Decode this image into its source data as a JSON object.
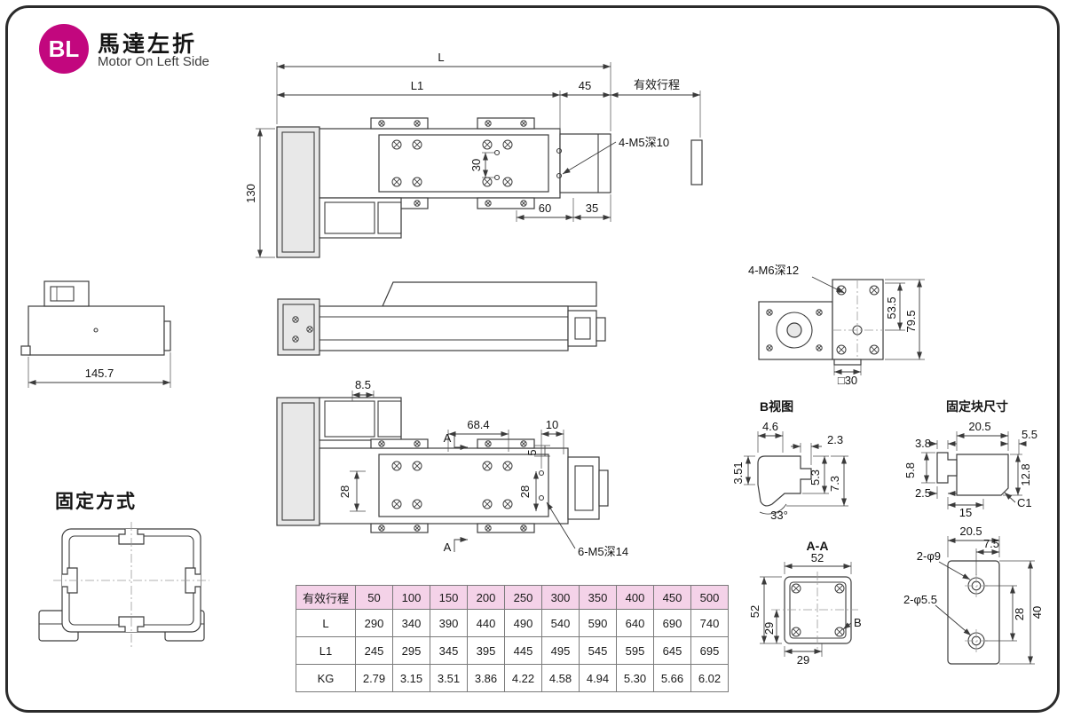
{
  "page": {
    "badge": "BL",
    "title_zh": "馬達左折",
    "title_en": "Motor On Left Side"
  },
  "labels": {
    "top": {
      "L": "L",
      "L1": "L1",
      "n45": "45",
      "stroke": "有效行程",
      "m5": "4-M5深10",
      "n130": "130",
      "n30": "30",
      "n60": "60",
      "n35": "35"
    },
    "left": {
      "n145_7": "145.7"
    },
    "end": {
      "m6": "4-M6深12",
      "n53_5": "53.5",
      "n79_5": "79.5",
      "sq30": "□30"
    },
    "bottom": {
      "n8_5": "8.5",
      "n68_4": "68.4",
      "n10": "10",
      "n5": "5",
      "n28": "28",
      "a": "A",
      "m5": "6-M5深14"
    },
    "fixing_method_title": "固定方式",
    "viewb": {
      "title": "B视图",
      "n4_6": "4.6",
      "n2_3": "2.3",
      "n3_51": "3.51",
      "n5_3": "5.3",
      "n7_3": "7.3",
      "ang33": "33°"
    },
    "block": {
      "title": "固定块尺寸",
      "n3_8": "3.8",
      "n20_5": "20.5",
      "n5_5": "5.5",
      "n5_8": "5.8",
      "n2_5": "2.5",
      "n15": "15",
      "n12_8": "12.8",
      "c1": "C1"
    },
    "aa": {
      "title": "A-A",
      "n52": "52",
      "n29": "29",
      "b": "B"
    },
    "plate": {
      "n20_5": "20.5",
      "n7_5": "7.5",
      "h9": "2-φ9",
      "h5_5": "2-φ5.5",
      "n28": "28",
      "n40": "40"
    }
  },
  "table": {
    "header": [
      "有效行程",
      "50",
      "100",
      "150",
      "200",
      "250",
      "300",
      "350",
      "400",
      "450",
      "500"
    ],
    "rows": [
      {
        "label": "L",
        "values": [
          "290",
          "340",
          "390",
          "440",
          "490",
          "540",
          "590",
          "640",
          "690",
          "740"
        ]
      },
      {
        "label": "L1",
        "values": [
          "245",
          "295",
          "345",
          "395",
          "445",
          "495",
          "545",
          "595",
          "645",
          "695"
        ]
      },
      {
        "label": "KG",
        "values": [
          "2.79",
          "3.15",
          "3.51",
          "3.86",
          "4.22",
          "4.58",
          "4.94",
          "5.30",
          "5.66",
          "6.02"
        ]
      }
    ]
  },
  "colors": {
    "accent": "#C2077E",
    "table_header_bg": "#F4D2E8",
    "line": "#3C3C3C"
  }
}
